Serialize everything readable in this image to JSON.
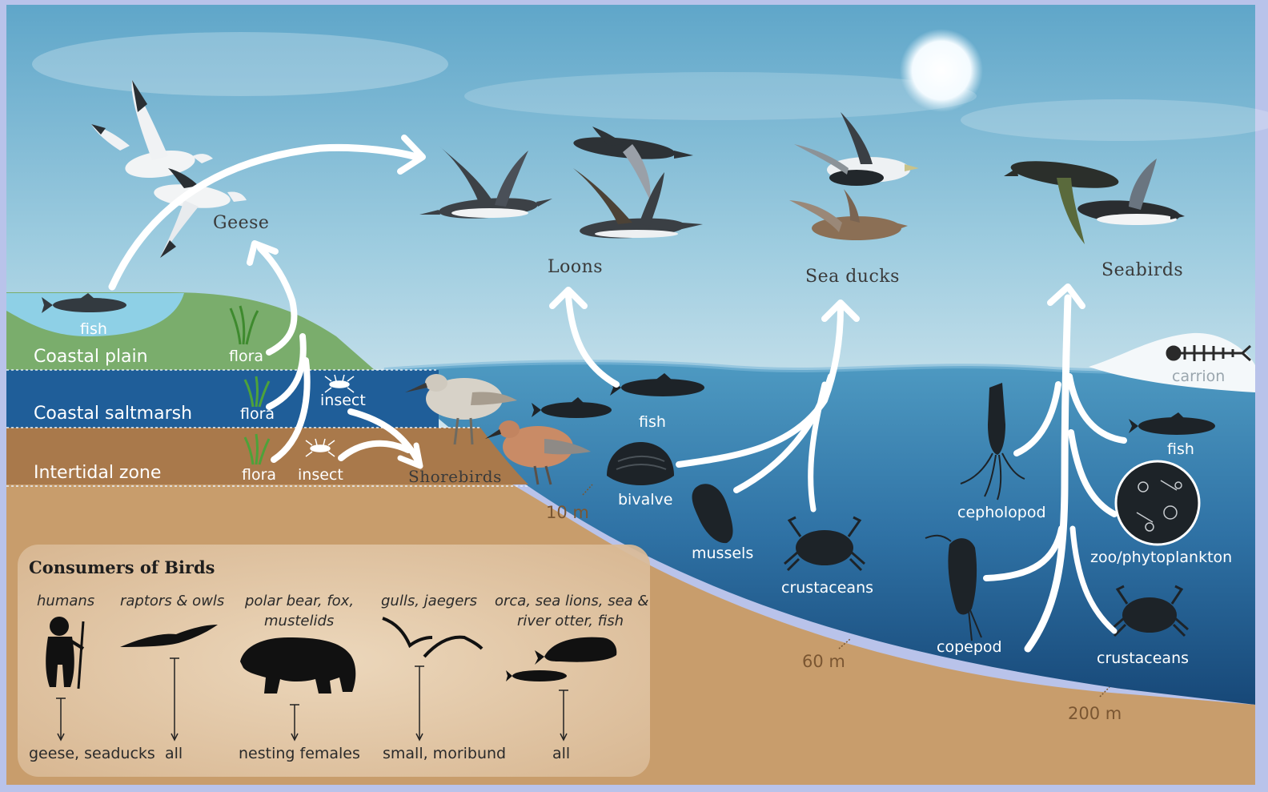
{
  "bird_groups": {
    "geese": "Geese",
    "loons": "Loons",
    "sea_ducks": "Sea ducks",
    "seabirds": "Seabirds",
    "shorebirds": "Shorebirds"
  },
  "zones": {
    "coastal_plain": "Coastal plain",
    "coastal_saltmarsh": "Coastal saltmarsh",
    "intertidal_zone": "Intertidal zone"
  },
  "prey": {
    "fish_plain": "fish",
    "flora_plain": "flora",
    "flora_saltmarsh": "flora",
    "flora_intertidal": "flora",
    "insect_saltmarsh": "insect",
    "insect_intertidal": "insect",
    "fish_loons": "fish",
    "bivalve": "bivalve",
    "mussels": "mussels",
    "crustaceans_ducks": "crustaceans",
    "cephalopod": "cepholopod",
    "copepod": "copepod",
    "fish_seabirds": "fish",
    "plankton": "zoo/phytoplankton",
    "crustaceans_seabirds": "crustaceans",
    "carrion": "carrion"
  },
  "depths": {
    "d10": "10 m",
    "d60": "60 m",
    "d200": "200 m"
  },
  "consumers": {
    "title": "Consumers of Birds",
    "predators": [
      {
        "name": "humans",
        "prey": "geese, seaducks"
      },
      {
        "name": "raptors & owls",
        "prey": "all"
      },
      {
        "name_line1": "polar bear, fox,",
        "name_line2": "mustelids",
        "prey": "nesting females"
      },
      {
        "name": "gulls, jaegers",
        "prey": "small, moribund"
      },
      {
        "name_line1": "orca, sea lions, sea &",
        "name_line2": "river otter, fish",
        "prey": "all"
      }
    ]
  },
  "colors": {
    "sky_top": "#5fa6c9",
    "sky_bottom": "#d6e8ef",
    "sea_surface": "#3c8ab8",
    "sea_deep": "#1d4f80",
    "coastal_plain": "#79ab6b",
    "saltmarsh": "#1f5e99",
    "intertidal": "#a77b4e",
    "seabed": "#c99f6f",
    "consumer_box": "#ead3b6",
    "arrow": "#ffffff"
  }
}
